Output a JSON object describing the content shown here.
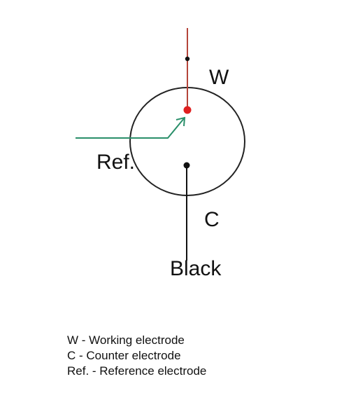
{
  "diagram": {
    "labels": {
      "working": "W",
      "reference": "Ref.",
      "counter": "C",
      "counter_lead": "Black"
    },
    "legend": [
      "W - Working electrode",
      "C - Counter electrode",
      "Ref. - Reference electrode"
    ],
    "colors": {
      "working_lead": "#b5443a",
      "working_dot": "#e02020",
      "reference_lead": "#2a8f6a",
      "counter_lead": "#111111",
      "circle": "#222222"
    }
  }
}
